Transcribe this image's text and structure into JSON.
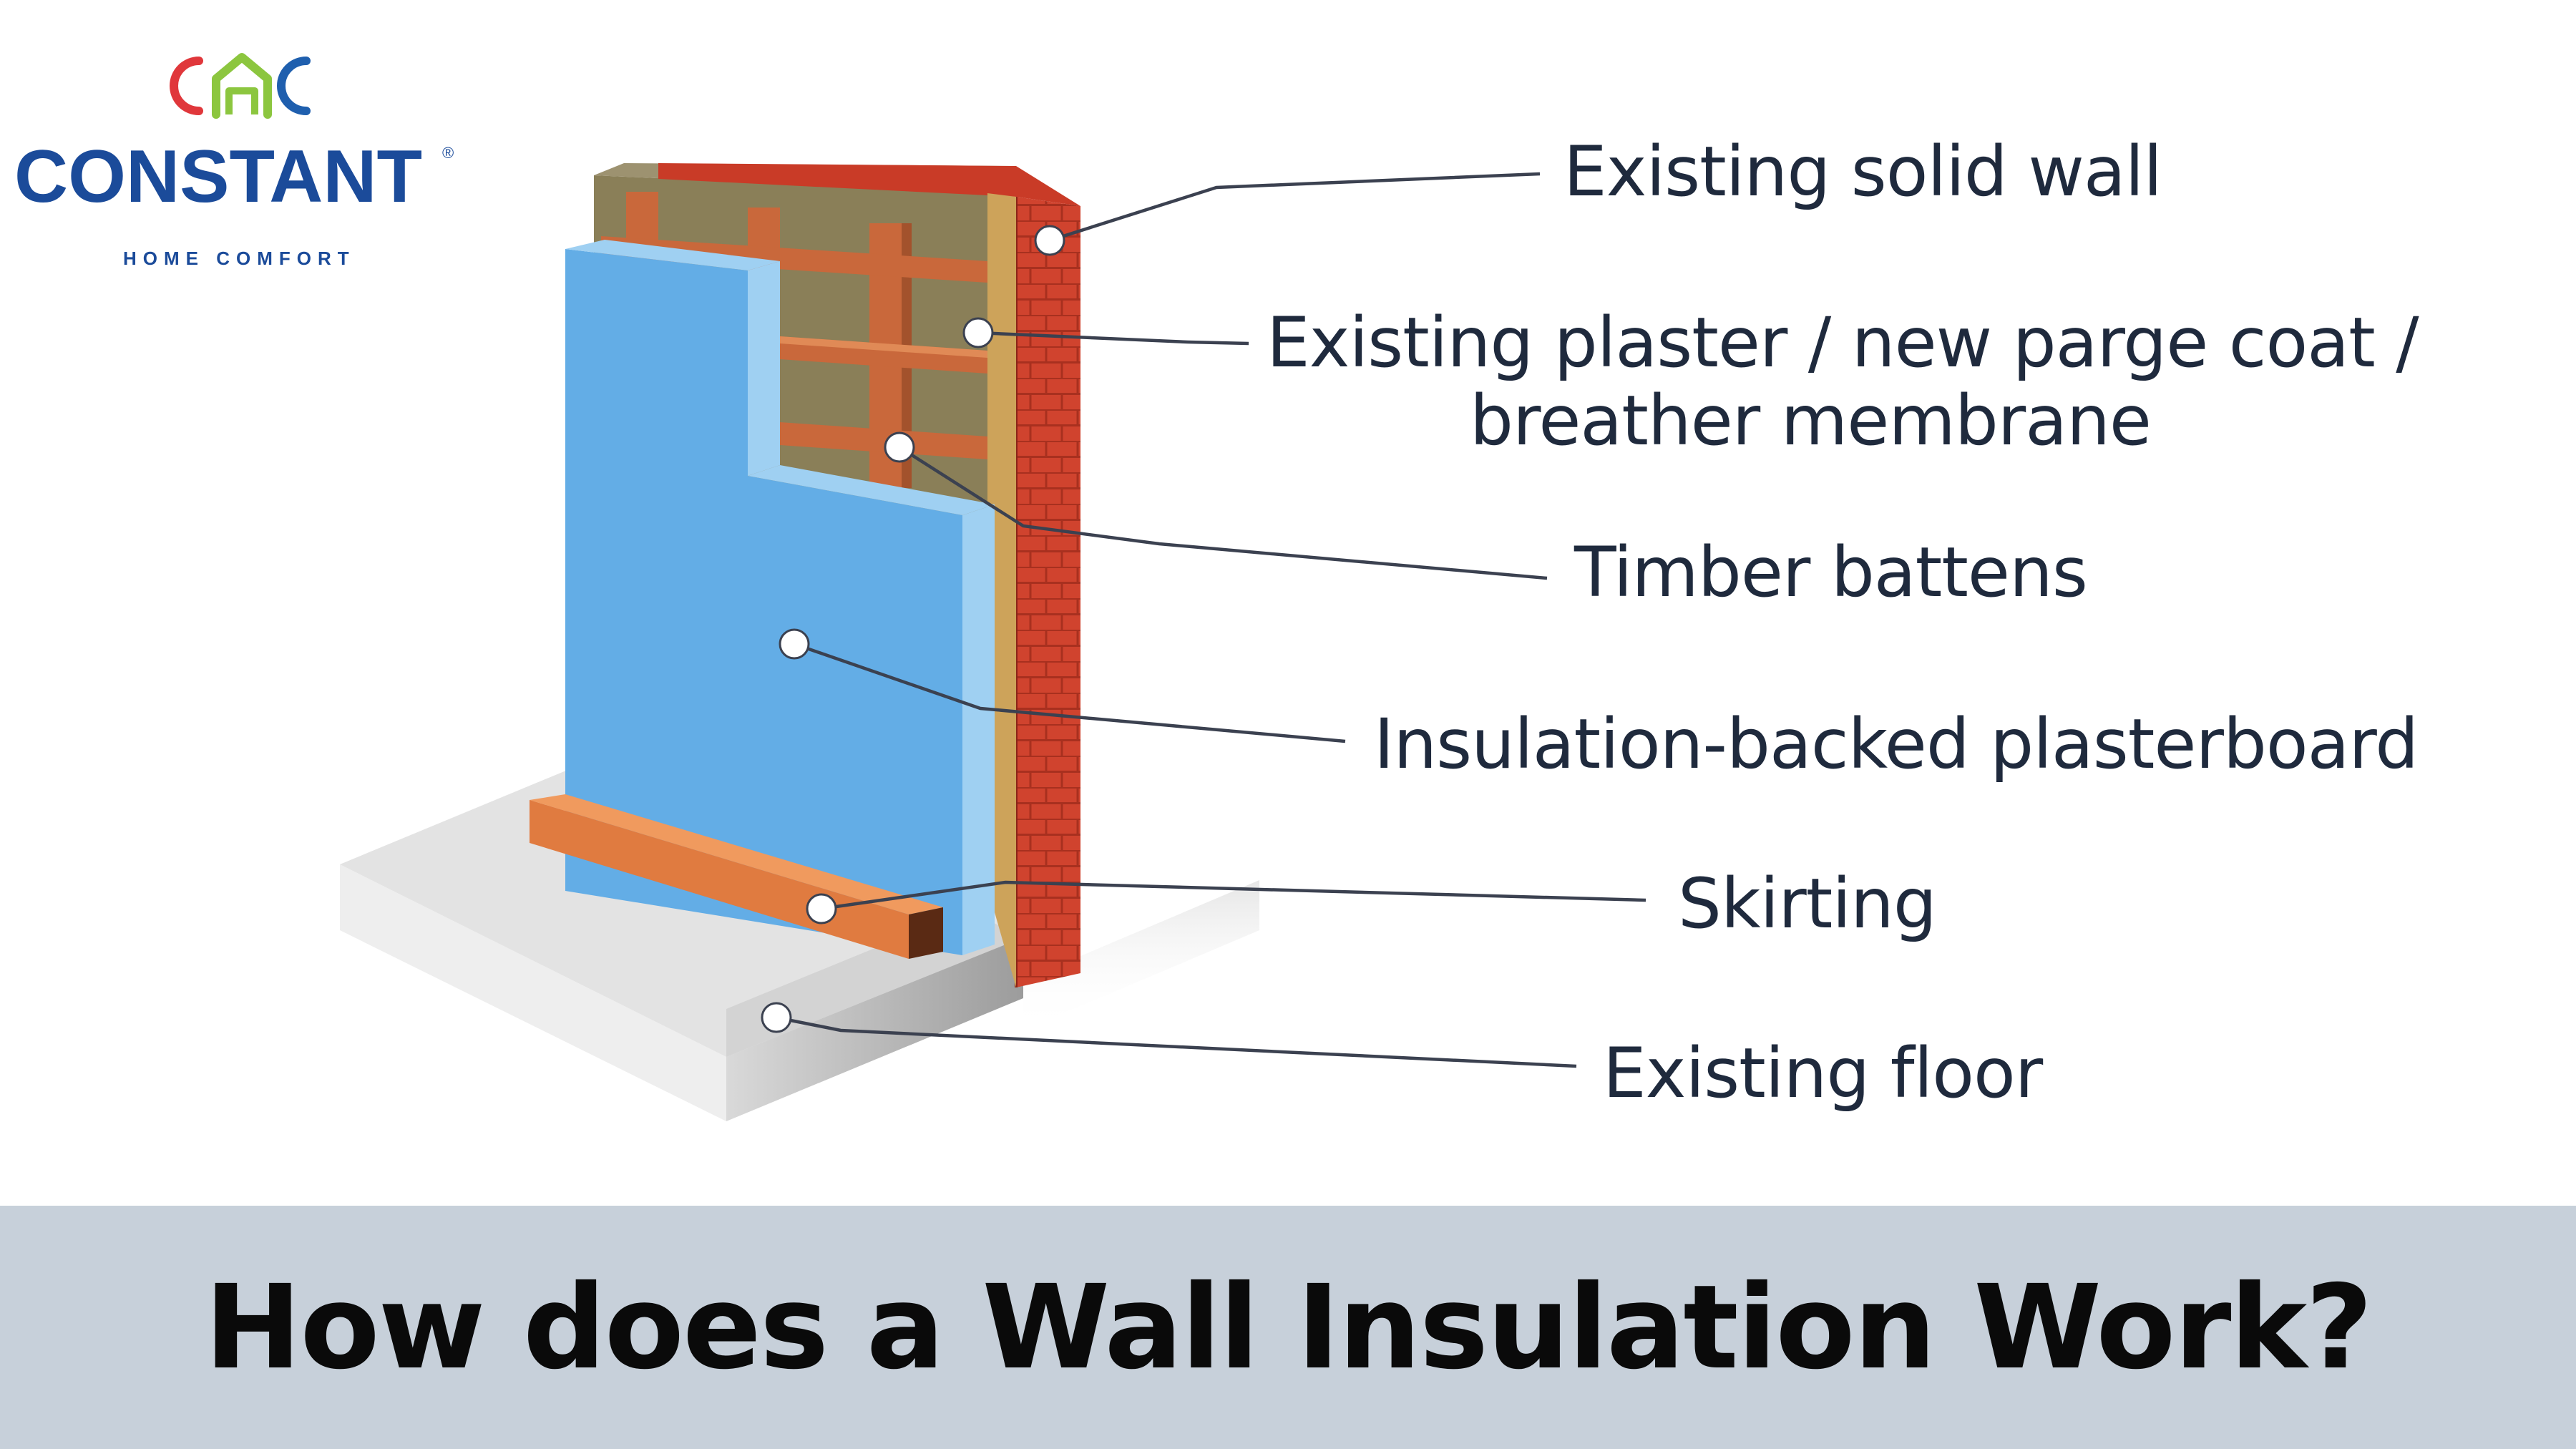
{
  "logo": {
    "name": "CONSTANT",
    "tagline": "HOME COMFORT",
    "registered_mark": "®",
    "colors": {
      "brand_blue": "#1b4b9a",
      "red": "#e0373b",
      "green": "#8cc63f",
      "blue": "#1f5fae"
    }
  },
  "diagram": {
    "labels": {
      "existing_solid_wall": "Existing solid wall",
      "plaster_line1": "Existing plaster / new parge coat /",
      "plaster_line2": "breather membrane",
      "timber_battens": "Timber battens",
      "insulation_board": "Insulation-backed plasterboard",
      "skirting": "Skirting",
      "existing_floor": "Existing floor"
    },
    "colors": {
      "brick": "#d0432e",
      "brick_mortar": "#a8301f",
      "plaster_panel": "#8a7f58",
      "batten": "#c9683b",
      "insulation_face": "#63ade6",
      "insulation_edge": "#9fd0f2",
      "skirting": "#e07b40",
      "floor_top": "#e2e2e2",
      "floor_side": "#c4c4c4",
      "leader_line": "#3b4150"
    }
  },
  "banner": {
    "title": "How does a Wall Insulation Work?",
    "background": "#c7d0da"
  }
}
